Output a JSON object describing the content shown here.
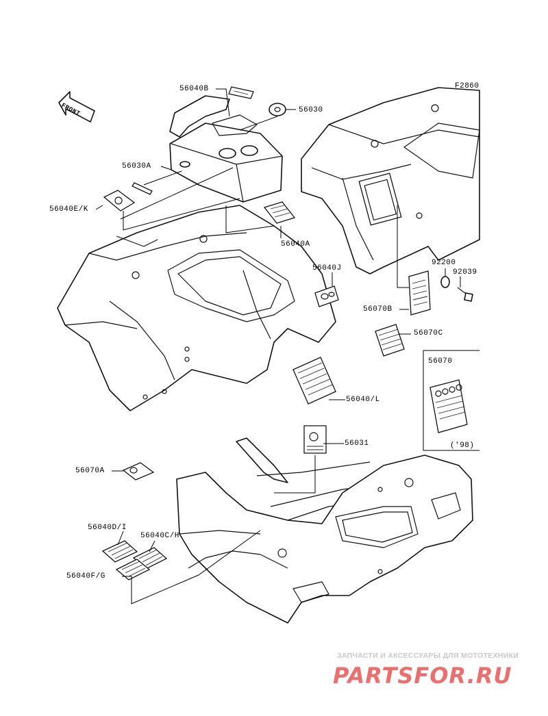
{
  "diagram": {
    "code": "F2860",
    "front_arrow_label": "FRONT",
    "parts": [
      {
        "id": "56040B",
        "label": "56040B"
      },
      {
        "id": "56030",
        "label": "56030"
      },
      {
        "id": "56030A",
        "label": "56030A"
      },
      {
        "id": "56040E_K",
        "label": "56040E/K"
      },
      {
        "id": "56040A",
        "label": "56040A"
      },
      {
        "id": "56040J",
        "label": "56040J"
      },
      {
        "id": "92200",
        "label": "92200"
      },
      {
        "id": "92039",
        "label": "92039"
      },
      {
        "id": "56070B",
        "label": "56070B"
      },
      {
        "id": "56070C",
        "label": "56070C"
      },
      {
        "id": "56070",
        "label": "56070"
      },
      {
        "id": "56040_L",
        "label": "56040/L"
      },
      {
        "id": "56031",
        "label": "56031"
      },
      {
        "id": "56070A",
        "label": "56070A"
      },
      {
        "id": "56040D_I",
        "label": "56040D/I"
      },
      {
        "id": "56040C_H",
        "label": "56040C/H"
      },
      {
        "id": "56040F_G",
        "label": "56040F/G"
      }
    ],
    "inset_note": "('98)"
  },
  "watermark": {
    "line1": "ЗАПЧАСТИ И АКСЕССУАРЫ ДЛЯ МОТОТЕХНИКИ",
    "logo": "PARTSFOR.RU"
  }
}
